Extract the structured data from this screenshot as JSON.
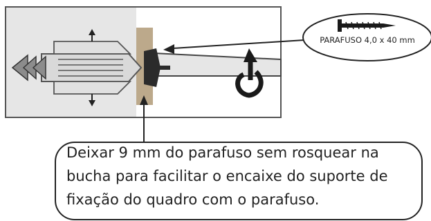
{
  "screw_label": "PARAFUSO 4,0 x 40 mm",
  "note_lines": [
    "Deixar 9 mm do parafuso sem rosquear na",
    "bucha para facilitar o encaixe do suporte de",
    " fixação do quadro com o parafuso."
  ],
  "colors": {
    "wall": "#e6e6e6",
    "frame_border": "#555555",
    "bracket": "#bca98b",
    "anchor": "#d9d9d9",
    "screw": "#3a3a3a",
    "outline": "#222222"
  }
}
